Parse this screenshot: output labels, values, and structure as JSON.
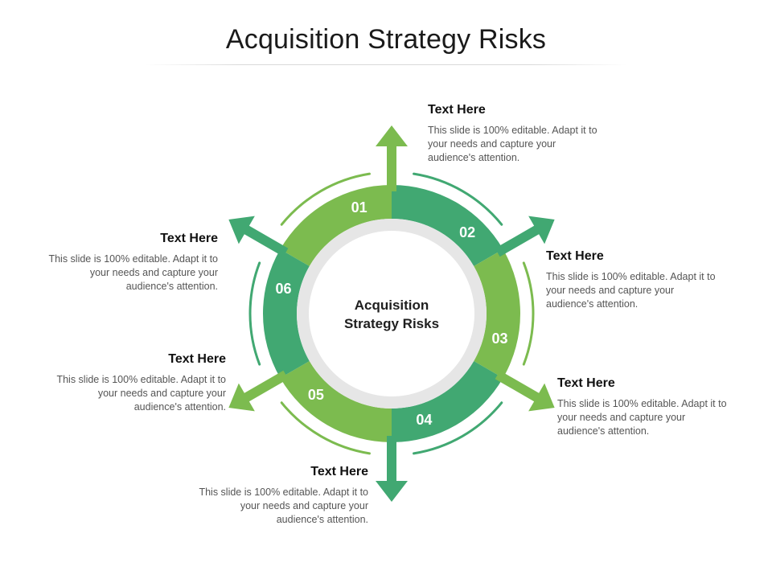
{
  "title": "Acquisition Strategy Risks",
  "center_label": "Acquisition Strategy Risks",
  "colors": {
    "dark_green": "#41a872",
    "light_green": "#7cbb4f",
    "ring_outline": "#e8e8e8"
  },
  "segments": [
    {
      "number": "01",
      "color": "light_green"
    },
    {
      "number": "02",
      "color": "dark_green"
    },
    {
      "number": "03",
      "color": "light_green"
    },
    {
      "number": "04",
      "color": "dark_green"
    },
    {
      "number": "05",
      "color": "light_green"
    },
    {
      "number": "06",
      "color": "dark_green"
    }
  ],
  "callouts": [
    {
      "heading": "Text Here",
      "body": "This slide is 100% editable. Adapt it to your needs and capture your audience's attention."
    },
    {
      "heading": "Text Here",
      "body": "This slide is 100% editable. Adapt it to your needs and capture your audience's attention."
    },
    {
      "heading": "Text Here",
      "body": "This slide is 100% editable. Adapt it to your needs and capture your audience's attention."
    },
    {
      "heading": "Text Here",
      "body": "This slide is 100% editable. Adapt it to your needs and capture your audience's attention."
    },
    {
      "heading": "Text Here",
      "body": "This slide is 100% editable. Adapt it to your needs and capture your audience's attention."
    },
    {
      "heading": "Text Here",
      "body": "This slide is 100% editable. Adapt it to your needs and capture your audience's attention."
    }
  ]
}
